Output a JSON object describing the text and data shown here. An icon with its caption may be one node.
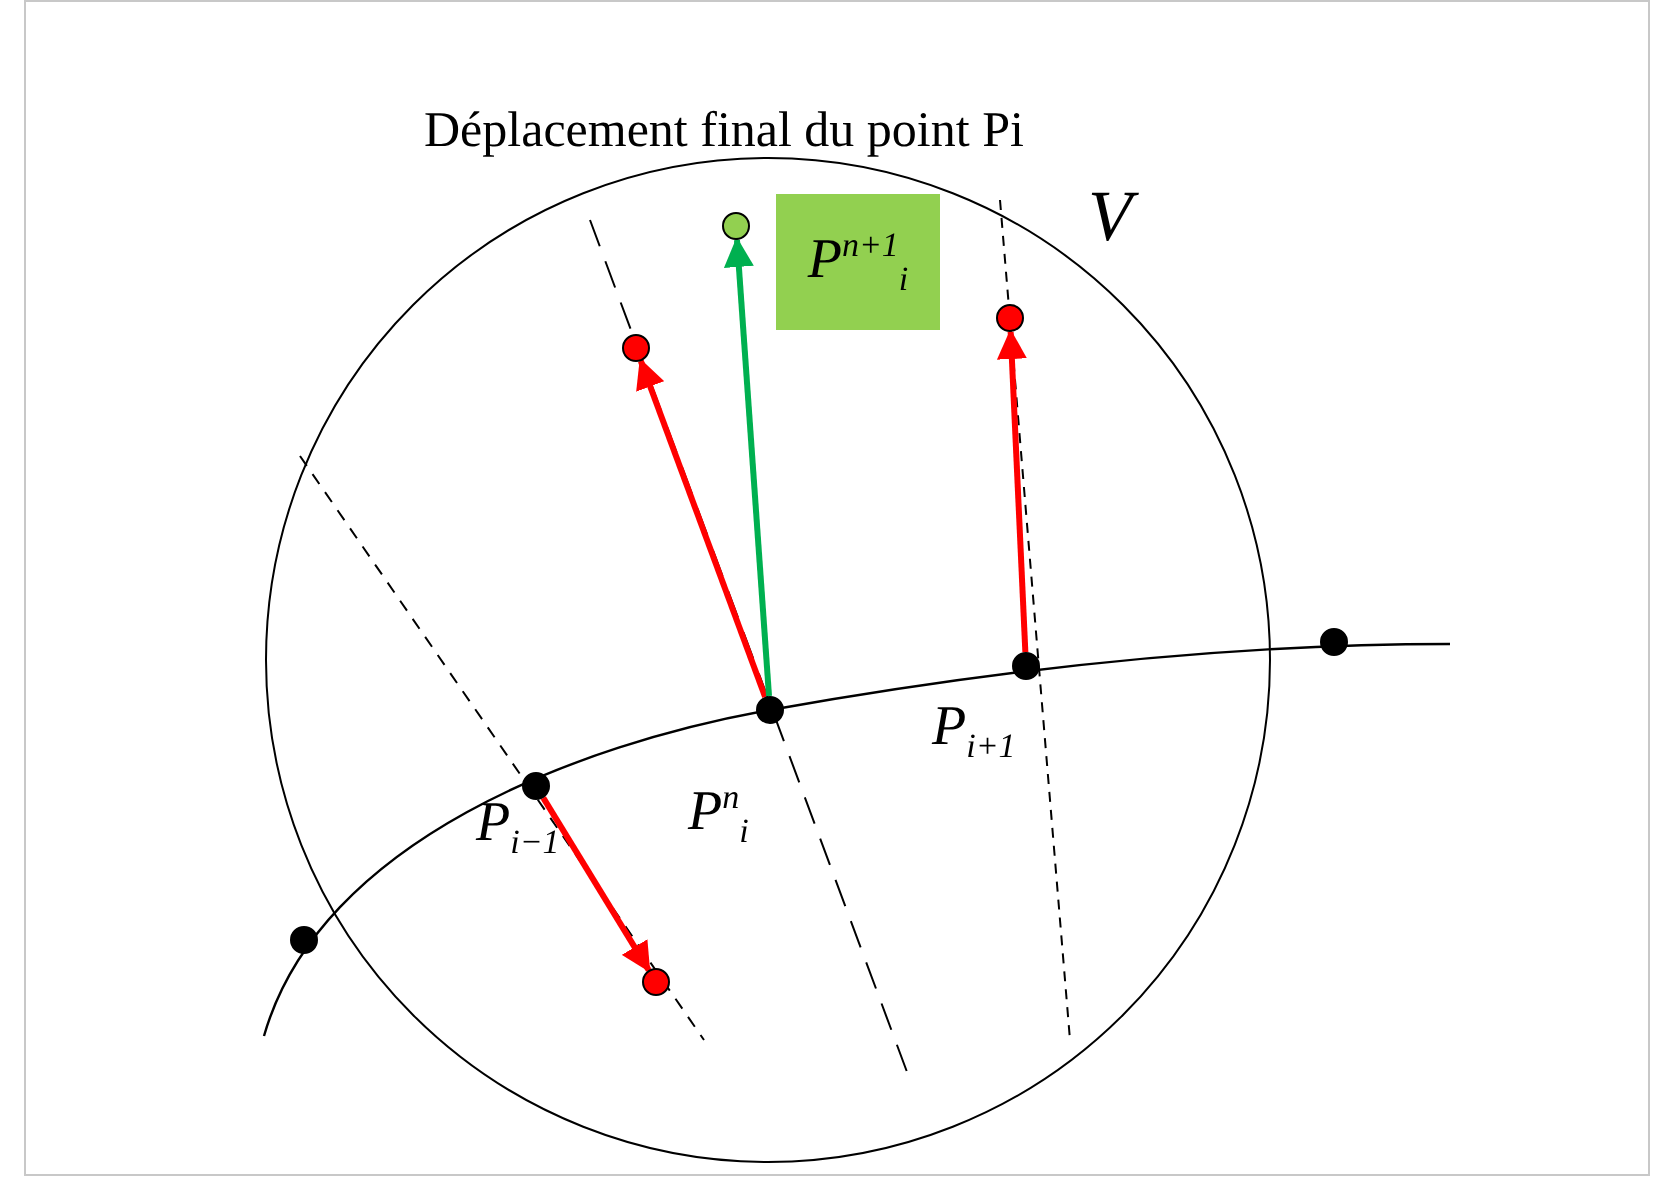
{
  "diagram": {
    "title": "Déplacement final du point Pi",
    "nodes": [
      {
        "text": [],
        "shape": "circle",
        "beside": [
          "P$_{i−1}$"
        ]
      },
      {
        "text": [],
        "shape": "circle",
        "beside": [
          "P$^{n}$$_{i}$"
        ]
      },
      {
        "text": [],
        "shape": "circle",
        "beside": [
          "P$_{i+1}$"
        ]
      },
      {
        "text": [],
        "shape": "circle"
      },
      {
        "text": [],
        "shape": "circle"
      },
      {
        "text": [
          "P$^{n+1}$$_{i}$"
        ]
      },
      {
        "text": [],
        "shape": "circle"
      },
      {
        "text": [],
        "shape": "circle"
      },
      {
        "text": [],
        "shape": "circle"
      },
      {
        "text": [],
        "shape": "circle"
      }
    ],
    "edges": [
      {
        "from": 1,
        "to": 3,
        "arrow": "to"
      },
      {
        "from": 1,
        "to": 4,
        "arrow": "to",
        "color": "#00b050"
      },
      {
        "from": 2,
        "to": 6,
        "arrow": "to"
      },
      {
        "from": 0,
        "to": 7,
        "arrow": "to"
      }
    ],
    "labels": [
      "V"
    ]
  }
}
